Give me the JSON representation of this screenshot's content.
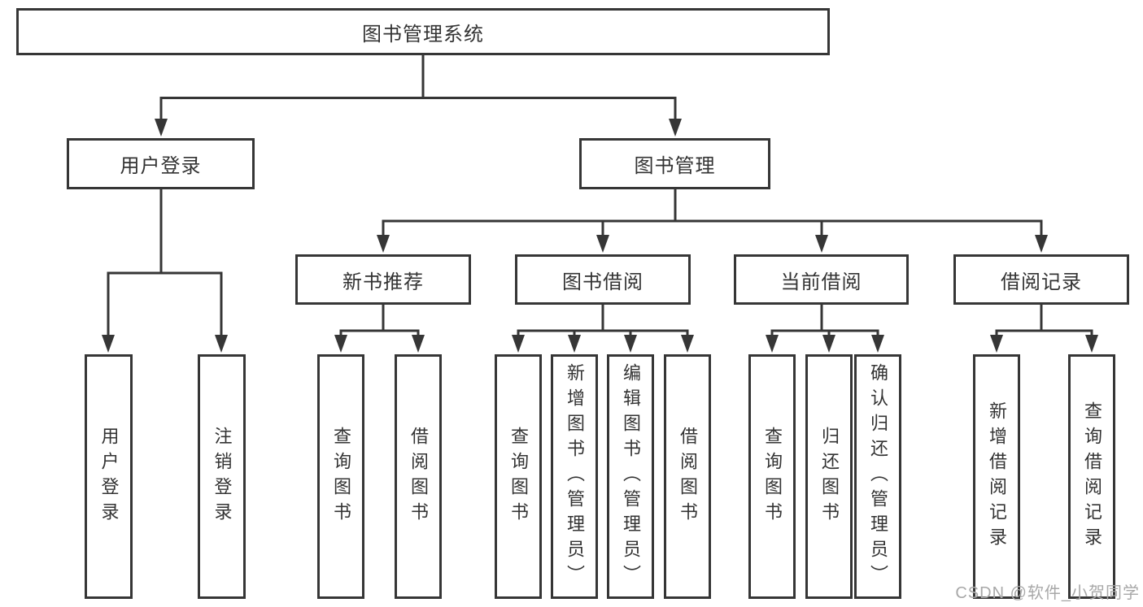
{
  "diagram": {
    "root": {
      "label": "图书管理系统"
    },
    "level2": [
      {
        "label": "用户登录"
      },
      {
        "label": "图书管理"
      }
    ],
    "level3": [
      {
        "label": "新书推荐"
      },
      {
        "label": "图书借阅"
      },
      {
        "label": "当前借阅"
      },
      {
        "label": "借阅记录"
      }
    ],
    "level4": [
      {
        "label": "用户登录"
      },
      {
        "label": "注销登录"
      },
      {
        "label": "查询图书"
      },
      {
        "label": "借阅图书"
      },
      {
        "label": "查询图书"
      },
      {
        "label": "新增图书（管理员）"
      },
      {
        "label": "编辑图书（管理员）"
      },
      {
        "label": "借阅图书"
      },
      {
        "label": "查询图书"
      },
      {
        "label": "归还图书"
      },
      {
        "label": "确认归还（管理员）"
      },
      {
        "label": "新增借阅记录"
      },
      {
        "label": "查询借阅记录"
      }
    ],
    "watermark": "CSDN @软件_小贺同学",
    "colors": {
      "line": "#363636",
      "text": "#333333",
      "background": "#ffffff",
      "watermark": "#a8a8a8"
    }
  }
}
